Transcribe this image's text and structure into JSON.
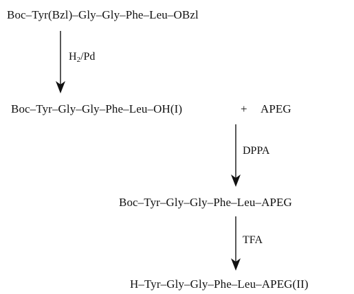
{
  "scheme": {
    "start_compound": "Boc–Tyr(Bzl)–Gly–Gly–Phe–Leu–OBzl",
    "step1": {
      "reagent_main": "H",
      "reagent_sub": "2",
      "reagent_rest": "/Pd"
    },
    "intermediate1": "Boc–Tyr–Gly–Gly–Phe–Leu–OH(I)",
    "plus": "+",
    "coreagent": "APEG",
    "step2": {
      "reagent": "DPPA"
    },
    "intermediate2": "Boc–Tyr–Gly–Gly–Phe–Leu–APEG",
    "step3": {
      "reagent": "TFA"
    },
    "product": "H–Tyr–Gly–Gly–Phe–Leu–APEG(II)"
  }
}
